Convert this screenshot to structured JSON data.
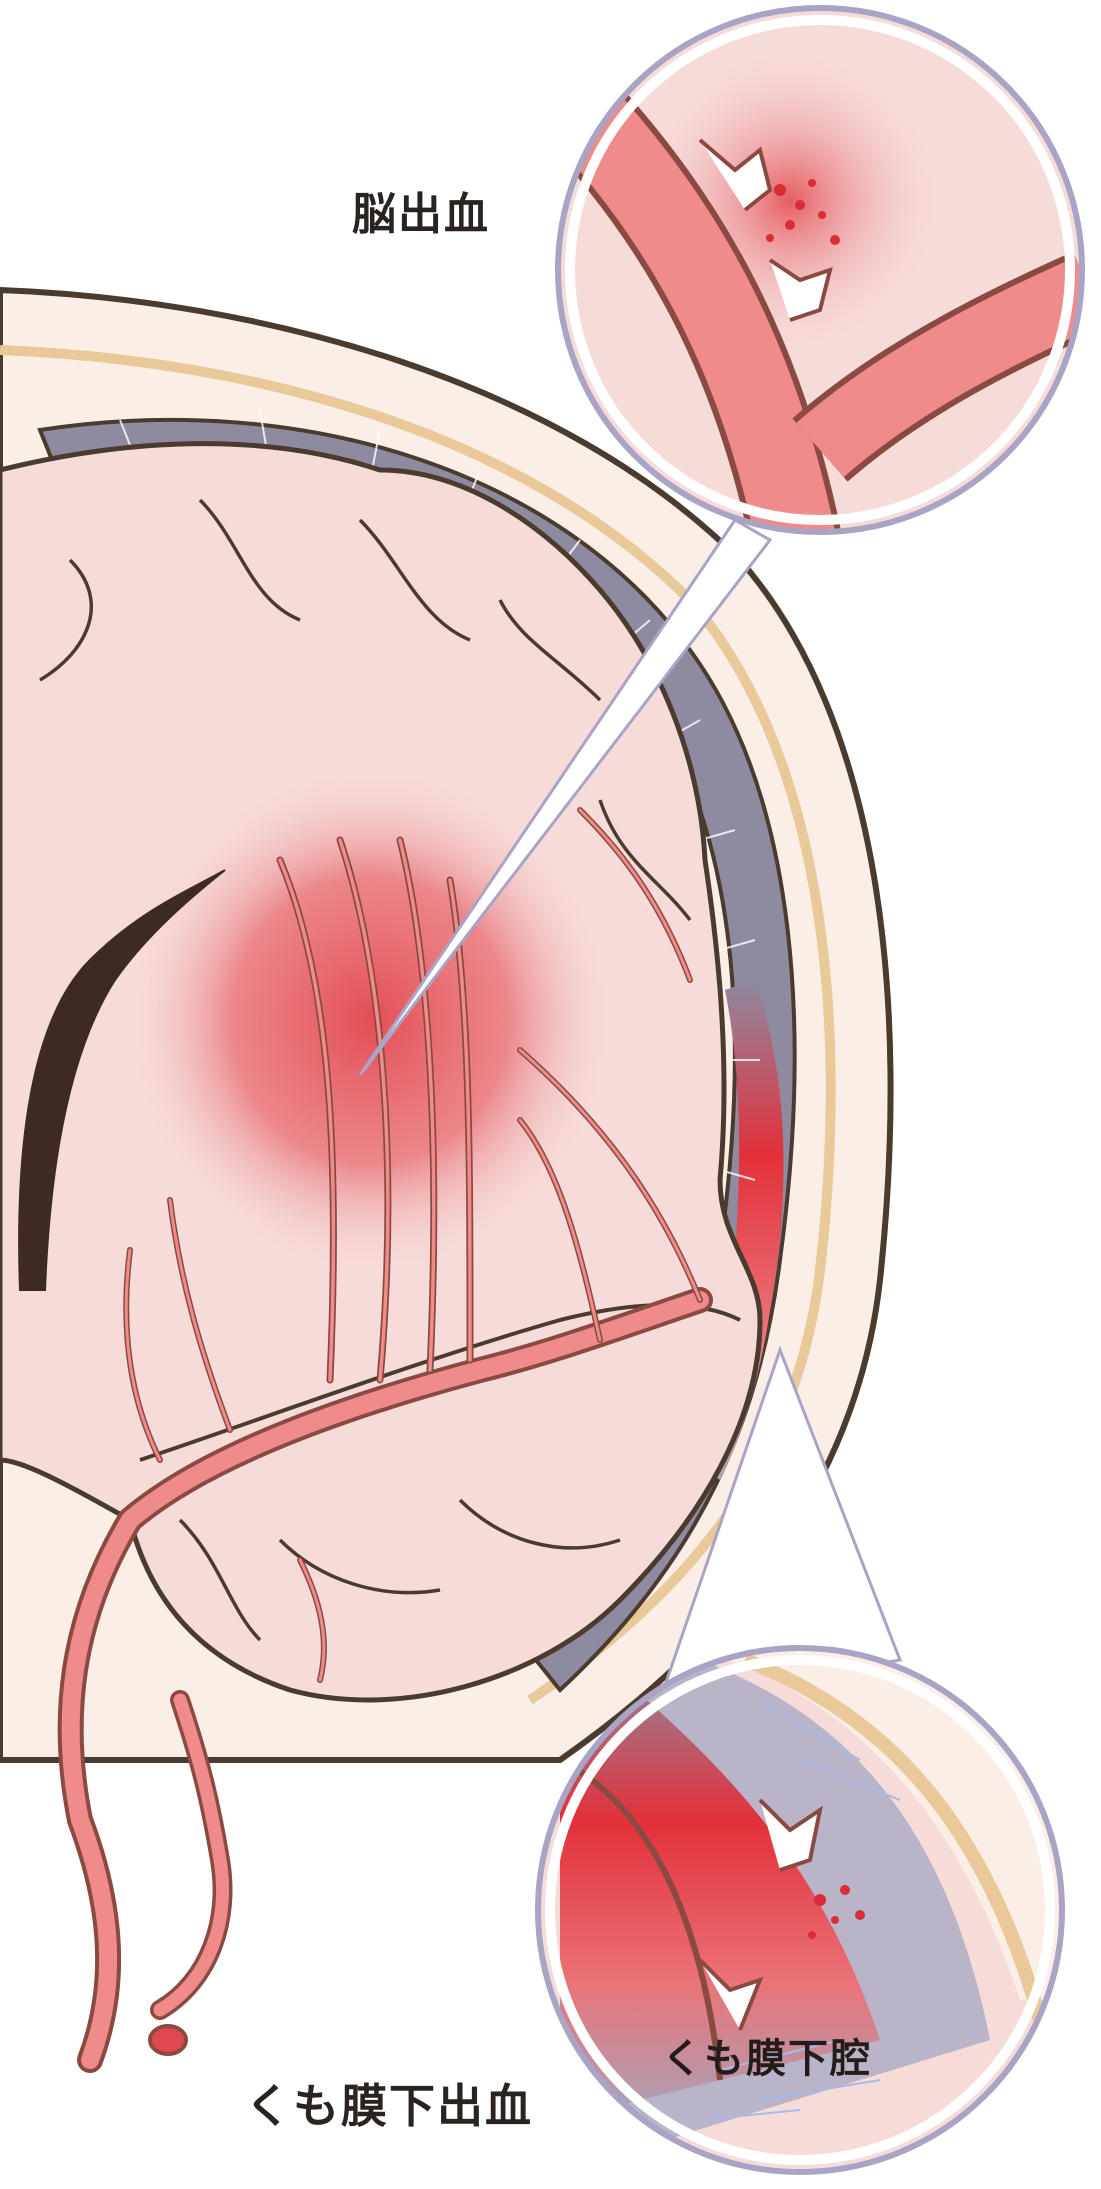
{
  "labels": {
    "intracerebral_hemorrhage": "脳出血",
    "subarachnoid_hemorrhage": "くも膜下出血",
    "subarachnoid_space": "くも膜下腔"
  },
  "colors": {
    "brain_tissue": "#f6dcd9",
    "vessel_fill": "#ef8b8a",
    "vessel_outline": "#8a4a42",
    "hemorrhage": "#e0303a",
    "skull": "#fbeee6",
    "dura_band": "#8e8aa0",
    "lens_ring": "#a9a3c6",
    "outline": "#4b3a2e"
  }
}
